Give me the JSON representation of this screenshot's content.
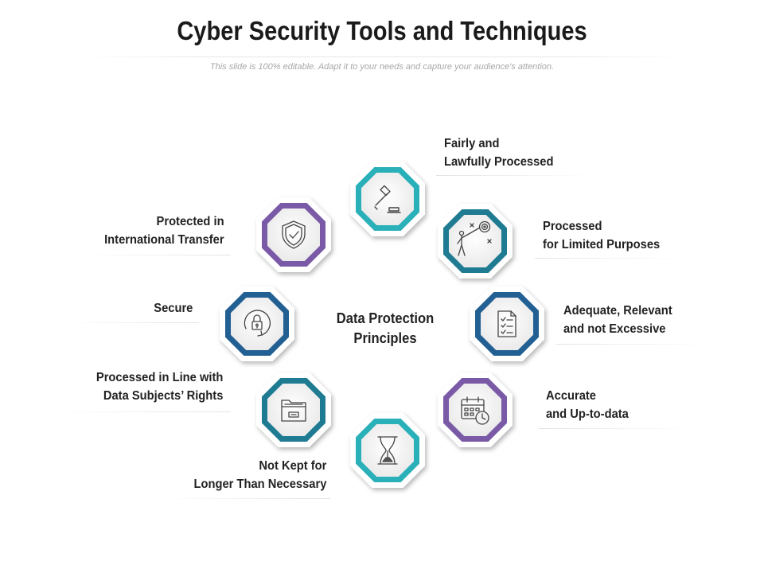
{
  "header": {
    "title": "Cyber Security Tools and Techniques",
    "subtitle": "This slide is 100% editable. Adapt it to your needs and capture your audience's attention."
  },
  "center": {
    "line1": "Data Protection",
    "line2": "Principles"
  },
  "colors": {
    "teal": "#2ab0b8",
    "purple": "#7a5aa6",
    "deep_teal": "#1f7b92",
    "blue": "#225f92"
  },
  "items": [
    {
      "line1": "Fairly and",
      "line2": "Lawfully Processed",
      "icon": "gavel-icon",
      "color": "teal"
    },
    {
      "line1": "Processed",
      "line2": "for Limited Purposes",
      "icon": "target-person-icon",
      "color": "deep_teal"
    },
    {
      "line1": "Adequate, Relevant",
      "line2": "and not Excessive",
      "icon": "checklist-document-icon",
      "color": "blue"
    },
    {
      "line1": "Accurate",
      "line2": "and Up-to-data",
      "icon": "calendar-clock-icon",
      "color": "purple"
    },
    {
      "line1": "Not Kept for",
      "line2": "Longer Than Necessary",
      "icon": "hourglass-icon",
      "color": "teal"
    },
    {
      "line1": "Processed in Line with",
      "line2": "Data Subjects’ Rights",
      "icon": "folder-icon",
      "color": "deep_teal"
    },
    {
      "line1": "Secure",
      "line2": "",
      "icon": "lock-cycle-icon",
      "color": "blue"
    },
    {
      "line1": "Protected in",
      "line2": "International Transfer",
      "icon": "shield-check-icon",
      "color": "purple"
    }
  ]
}
